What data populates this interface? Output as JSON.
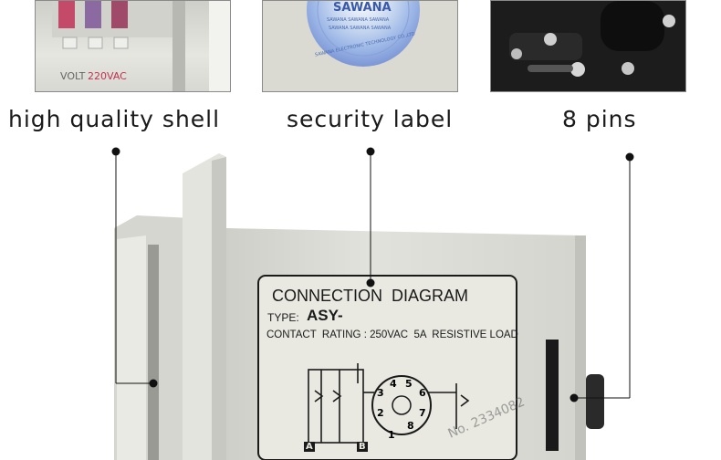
{
  "features": [
    {
      "caption": "high quality shell"
    },
    {
      "caption": "security label"
    },
    {
      "caption": "8 pins"
    }
  ],
  "thumb_shell": {
    "volt_label": "VOLT",
    "volt_value": "220VAC"
  },
  "thumb_label": {
    "brand": "SAWANA",
    "ring_text": "SAWANA ELECTRONIC TECHNOLOGY CO.,LTD",
    "repeat_line": "SAWANA SAWANA SAWANA"
  },
  "relay_panel": {
    "heading": "CONNECTION  DIAGRAM",
    "type_label": "TYPE:",
    "type_value": "ASY-",
    "rating": "CONTACT  RATING : 250VAC  5A  RESISTIVE LOAD",
    "pin_numbers": [
      "1",
      "2",
      "3",
      "4",
      "5",
      "6",
      "7",
      "8"
    ],
    "terminal_a": "A",
    "terminal_b": "B",
    "watermark": "No. 2334082"
  },
  "colors": {
    "body_grey": "#dcdcd6",
    "label_bg": "#e9e9e2",
    "ink": "#1a1a1a"
  }
}
